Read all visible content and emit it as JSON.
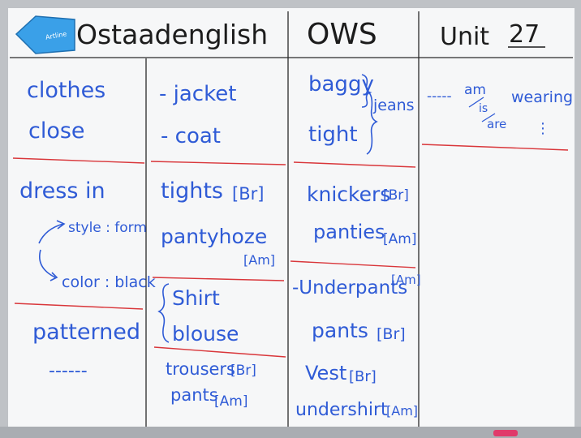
{
  "header": {
    "eraser_label": "Artline",
    "brand": "Ostaadenglish",
    "program": "OWS",
    "unit_label": "Unit",
    "unit_number": "27"
  },
  "col1": {
    "w1": "clothes",
    "w2": "close",
    "w3": "dress in",
    "w4": "style : form",
    "w5": "color : black",
    "w6": "patterned",
    "w7": "------"
  },
  "col2": {
    "w1": "- jacket",
    "w2": "- coat",
    "w3a": "tights",
    "w3b": "[Br]",
    "w4": "pantyhoze",
    "w4b": "[Am]",
    "w5": "Shirt",
    "w6": "blouse",
    "w7a": "trousers",
    "w7b": "[Br]",
    "w8a": "pants",
    "w8b": "[Am]"
  },
  "col3": {
    "w1": "baggy",
    "w2": "tight",
    "w3": "jeans",
    "w4a": "knickers",
    "w4b": "[Br]",
    "w5a": "panties",
    "w5b": "[Am]",
    "w6a": "-Underpants",
    "w6b": "[Am]",
    "w7a": "pants",
    "w7b": "[Br]",
    "w8a": "Vest",
    "w8b": "[Br]",
    "w9a": "undershirt",
    "w9b": "[Am]"
  },
  "col4": {
    "dashes": "-----",
    "am": "am",
    "is": "is",
    "are": "are",
    "wearing": "wearing",
    "dots": "⋮"
  },
  "colors": {
    "board": "#f6f7f8",
    "frame": "#b9bcc1",
    "marker_blue": "#2f5bd6",
    "marker_red": "#d9363a",
    "marker_black": "#1c1c1c",
    "eraser": "#3aa0e8"
  }
}
